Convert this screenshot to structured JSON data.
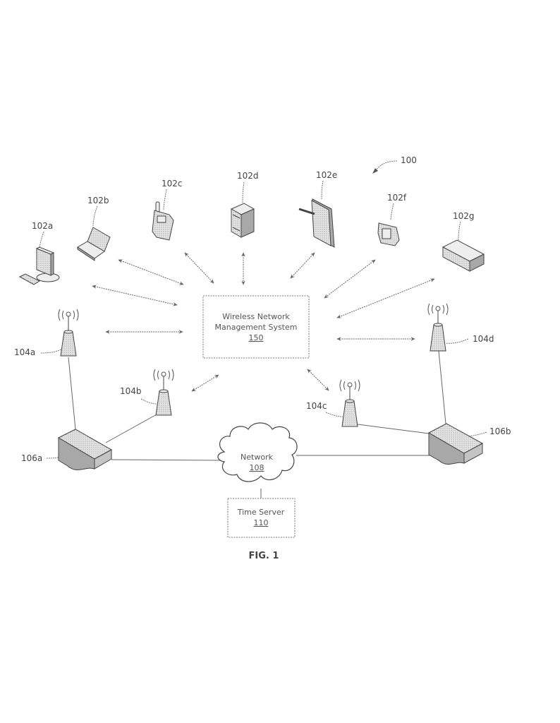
{
  "figure": {
    "caption": "FIG. 1",
    "system_ref": "100"
  },
  "central_system": {
    "line1": "Wireless Network",
    "line2": "Management System",
    "ref": "150"
  },
  "network": {
    "label": "Network",
    "ref": "108"
  },
  "time_server": {
    "label": "Time Server",
    "ref": "110"
  },
  "devices": [
    {
      "ref": "102a",
      "type": "desktop-computer"
    },
    {
      "ref": "102b",
      "type": "laptop"
    },
    {
      "ref": "102c",
      "type": "cell-phone"
    },
    {
      "ref": "102d",
      "type": "server-tower"
    },
    {
      "ref": "102e",
      "type": "tablet"
    },
    {
      "ref": "102f",
      "type": "camera"
    },
    {
      "ref": "102g",
      "type": "set-top-box"
    }
  ],
  "access_points": [
    {
      "ref": "104a"
    },
    {
      "ref": "104b"
    },
    {
      "ref": "104c"
    },
    {
      "ref": "104d"
    }
  ],
  "switches": [
    {
      "ref": "106a"
    },
    {
      "ref": "106b"
    }
  ]
}
